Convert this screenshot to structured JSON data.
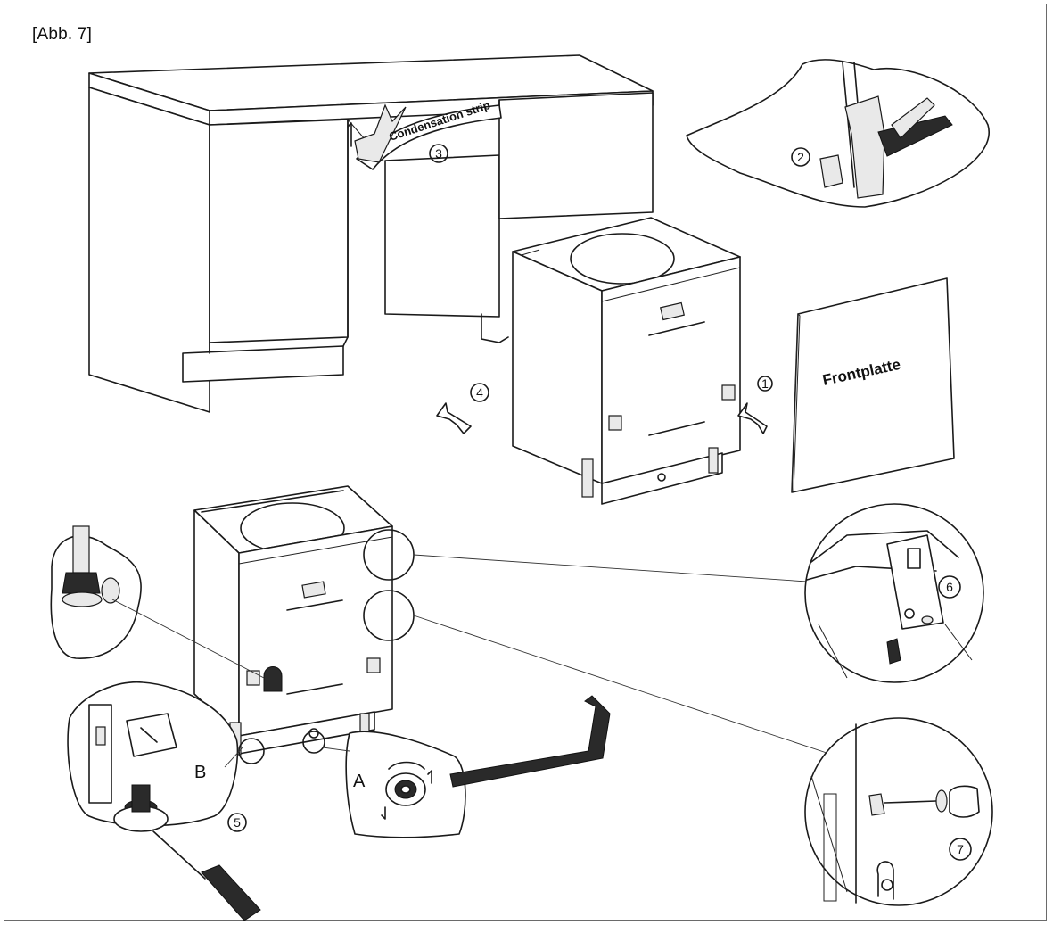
{
  "figure": {
    "label": "[Abb. 7]"
  },
  "labels": {
    "condensation_strip": "Condensation strip",
    "front_panel": "Frontplatte",
    "detail_a": "A",
    "detail_b": "B"
  },
  "steps": {
    "step_1": "1",
    "step_2": "2",
    "step_3": "3",
    "step_4": "4",
    "step_5": "5",
    "step_6": "6",
    "step_7": "7"
  }
}
